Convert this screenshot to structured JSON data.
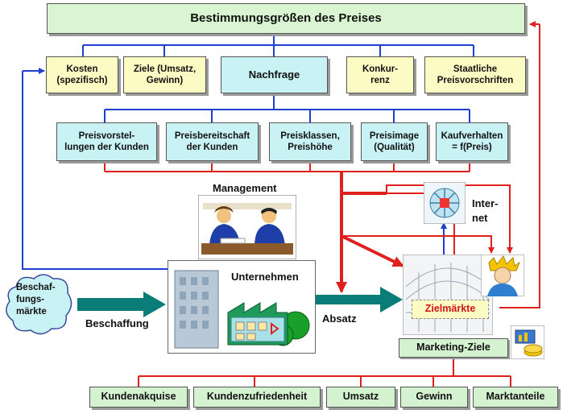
{
  "title": "Bestimmungsgrößen des Preises",
  "factors": {
    "kosten": "Kosten\n(spezifisch)",
    "ziele": "Ziele (Umsatz,\nGewinn)",
    "nachfrage": "Nachfrage",
    "konkurrenz": "Konkur-\nrenz",
    "staatliche": "Staatliche\nPreisvorschriften"
  },
  "demand": {
    "preisvorstellungen": "Preisvorstel-\nlungen der Kunden",
    "preisbereitschaft": "Preisbereitschaft\nder Kunden",
    "preisklassen": "Preisklassen,\nPreishöhe",
    "preisimage": "Preisimage\n(Qualität)",
    "kaufverhalten": "Kaufverhalten\n= f(Preis)"
  },
  "labels": {
    "management": "Management",
    "internet": "Inter-\nnet",
    "unternehmen": "Unternehmen",
    "beschaffungsmaerkte": "Beschaf-\nfungs-\nmärkte",
    "beschaffung": "Beschaffung",
    "absatz": "Absatz",
    "zielmaerkte": "Zielmärkte",
    "marketing_ziele": "Marketing-Ziele"
  },
  "goals": [
    "Kundenakquise",
    "Kundenzufriedenheit",
    "Umsatz",
    "Gewinn",
    "Marktanteile"
  ],
  "colors": {
    "blue_lines": "#1f3fd0",
    "red_lines": "#e0201c",
    "teal_arrows": "#0b7d78",
    "yellow_box": "#fdfbc4",
    "cyan_box": "#c9f2f5",
    "green_box": "#d4f2cf"
  }
}
